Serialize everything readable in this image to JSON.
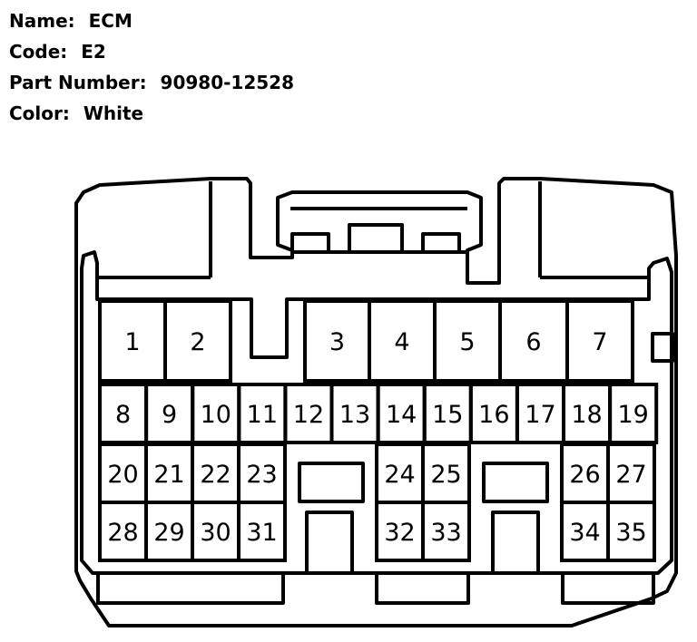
{
  "labels": {
    "name_key": "Name:",
    "code_key": "Code:",
    "part_key": "Part Number:",
    "color_key": "Color:"
  },
  "connector": {
    "name": "ECM",
    "code": "E2",
    "part_number": "90980-12528",
    "color": "White"
  },
  "pins": {
    "row1": [
      "1",
      "2",
      "3",
      "4",
      "5",
      "6",
      "7"
    ],
    "row2": [
      "8",
      "9",
      "10",
      "11",
      "12",
      "13",
      "14",
      "15",
      "16",
      "17",
      "18",
      "19"
    ],
    "row3": [
      "20",
      "21",
      "22",
      "23",
      "24",
      "25",
      "26",
      "27"
    ],
    "row4": [
      "28",
      "29",
      "30",
      "31",
      "32",
      "33",
      "34",
      "35"
    ]
  }
}
